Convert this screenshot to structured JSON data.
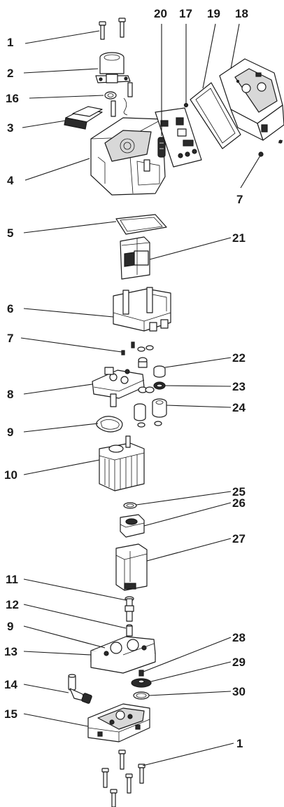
{
  "diagram": {
    "type": "exploded-parts-view",
    "callouts": [
      {
        "id": "c1-top",
        "label": "1"
      },
      {
        "id": "c2",
        "label": "2"
      },
      {
        "id": "c16",
        "label": "16"
      },
      {
        "id": "c3",
        "label": "3"
      },
      {
        "id": "c4",
        "label": "4"
      },
      {
        "id": "c20",
        "label": "20"
      },
      {
        "id": "c17",
        "label": "17"
      },
      {
        "id": "c19",
        "label": "19"
      },
      {
        "id": "c18",
        "label": "18"
      },
      {
        "id": "c7-top",
        "label": "7"
      },
      {
        "id": "c5",
        "label": "5"
      },
      {
        "id": "c21",
        "label": "21"
      },
      {
        "id": "c6",
        "label": "6"
      },
      {
        "id": "c7-mid",
        "label": "7"
      },
      {
        "id": "c22",
        "label": "22"
      },
      {
        "id": "c8",
        "label": "8"
      },
      {
        "id": "c23",
        "label": "23"
      },
      {
        "id": "c24",
        "label": "24"
      },
      {
        "id": "c9-top",
        "label": "9"
      },
      {
        "id": "c10",
        "label": "10"
      },
      {
        "id": "c25",
        "label": "25"
      },
      {
        "id": "c26",
        "label": "26"
      },
      {
        "id": "c27",
        "label": "27"
      },
      {
        "id": "c11",
        "label": "11"
      },
      {
        "id": "c12",
        "label": "12"
      },
      {
        "id": "c9-bot",
        "label": "9"
      },
      {
        "id": "c13",
        "label": "13"
      },
      {
        "id": "c28",
        "label": "28"
      },
      {
        "id": "c29",
        "label": "29"
      },
      {
        "id": "c14",
        "label": "14"
      },
      {
        "id": "c30",
        "label": "30"
      },
      {
        "id": "c15",
        "label": "15"
      },
      {
        "id": "c1-bot",
        "label": "1"
      }
    ]
  }
}
